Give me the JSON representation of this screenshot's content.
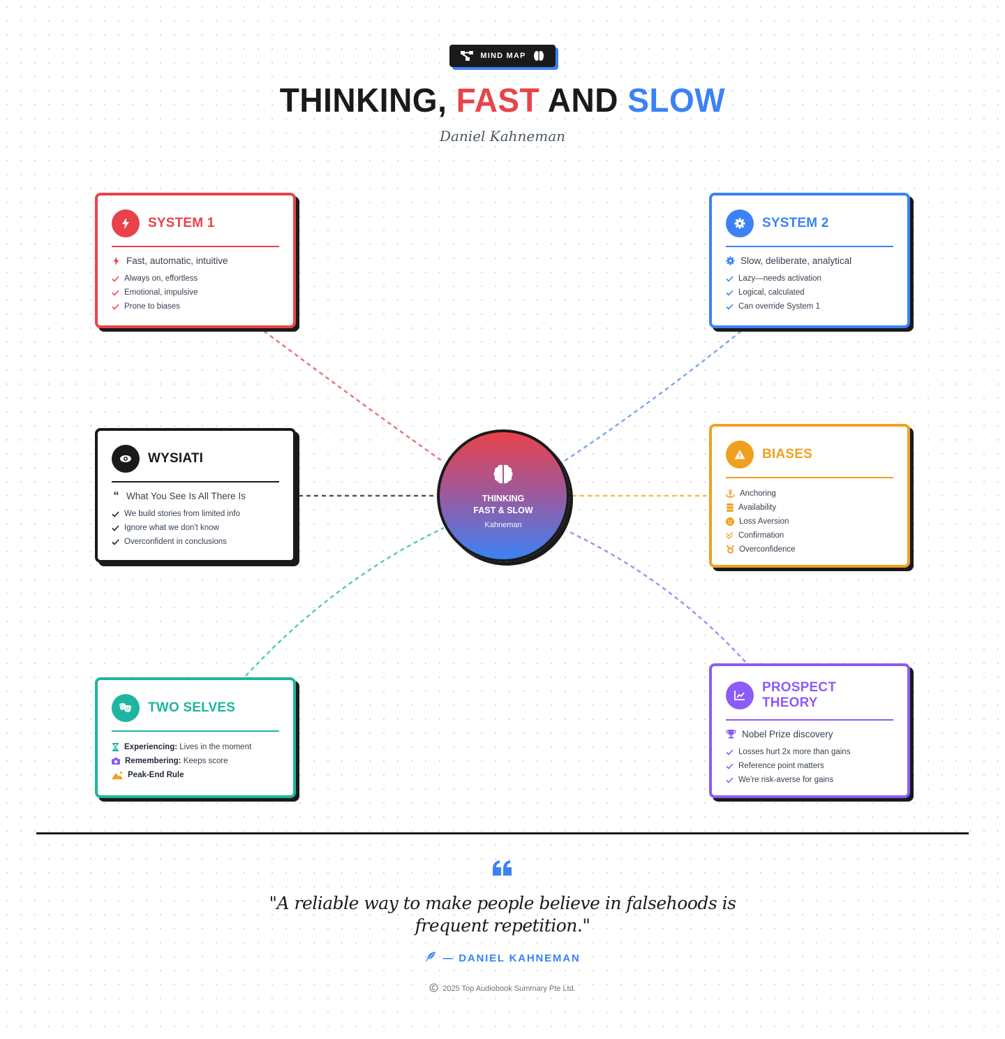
{
  "badge": {
    "label": "MIND MAP",
    "left_icon": "sitemap-icon",
    "right_icon": "brain-icon"
  },
  "header": {
    "title_part1": "THINKING, ",
    "title_part2": "FAST",
    "title_part3": " AND ",
    "title_part4": "SLOW",
    "author": "Daniel Kahneman"
  },
  "colors": {
    "red": "#e8434a",
    "blue": "#3b82f6",
    "black": "#1a1a1a",
    "orange": "#f0a020",
    "teal": "#1fb5a0",
    "purple": "#8b5cf6"
  },
  "center": {
    "icon": "brain-icon",
    "line1": "THINKING",
    "line2": "FAST & SLOW",
    "subtitle": "Kahneman"
  },
  "nodes": {
    "system1": {
      "title": "SYSTEM 1",
      "icon": "bolt-icon",
      "lead": "Fast, automatic, intuitive",
      "items": [
        "Always on, effortless",
        "Emotional, impulsive",
        "Prone to biases"
      ]
    },
    "system2": {
      "title": "SYSTEM 2",
      "icon": "gear-icon",
      "lead": "Slow, deliberate, analytical",
      "items": [
        "Lazy—needs activation",
        "Logical, calculated",
        "Can override System 1"
      ]
    },
    "wysiati": {
      "title": "WYSIATI",
      "icon": "eye-icon",
      "lead": "What You See Is All There Is",
      "items": [
        "We build stories from limited info",
        "Ignore what we don't know",
        "Overconfident in conclusions"
      ]
    },
    "biases": {
      "title": "BIASES",
      "icon": "warning-icon",
      "items": [
        {
          "label": "Anchoring",
          "icon": "anchor-icon"
        },
        {
          "label": "Availability",
          "icon": "database-icon"
        },
        {
          "label": "Loss Aversion",
          "icon": "sad-face-icon"
        },
        {
          "label": "Confirmation",
          "icon": "double-check-icon"
        },
        {
          "label": "Overconfidence",
          "icon": "medal-icon"
        }
      ]
    },
    "two_selves": {
      "title": "TWO SELVES",
      "icon": "masks-icon",
      "items": [
        {
          "bold": "Experiencing:",
          "text": " Lives in the moment",
          "icon": "hourglass-icon"
        },
        {
          "bold": "Remembering:",
          "text": " Keeps score",
          "icon": "camera-icon"
        },
        {
          "bold": "Peak-End Rule",
          "text": "",
          "icon": "mountain-icon"
        }
      ]
    },
    "prospect": {
      "title": "PROSPECT THEORY",
      "icon": "chart-line-icon",
      "lead": "Nobel Prize discovery",
      "items": [
        "Losses hurt 2x more than gains",
        "Reference point matters",
        "We're risk-averse for gains"
      ]
    }
  },
  "quote": {
    "text": "\"A reliable way to make people believe in falsehoods is frequent repetition.\"",
    "author": "— DANIEL KAHNEMAN"
  },
  "footer": {
    "copyright": "2025 Top Audiobook Summary Pte Ltd."
  }
}
